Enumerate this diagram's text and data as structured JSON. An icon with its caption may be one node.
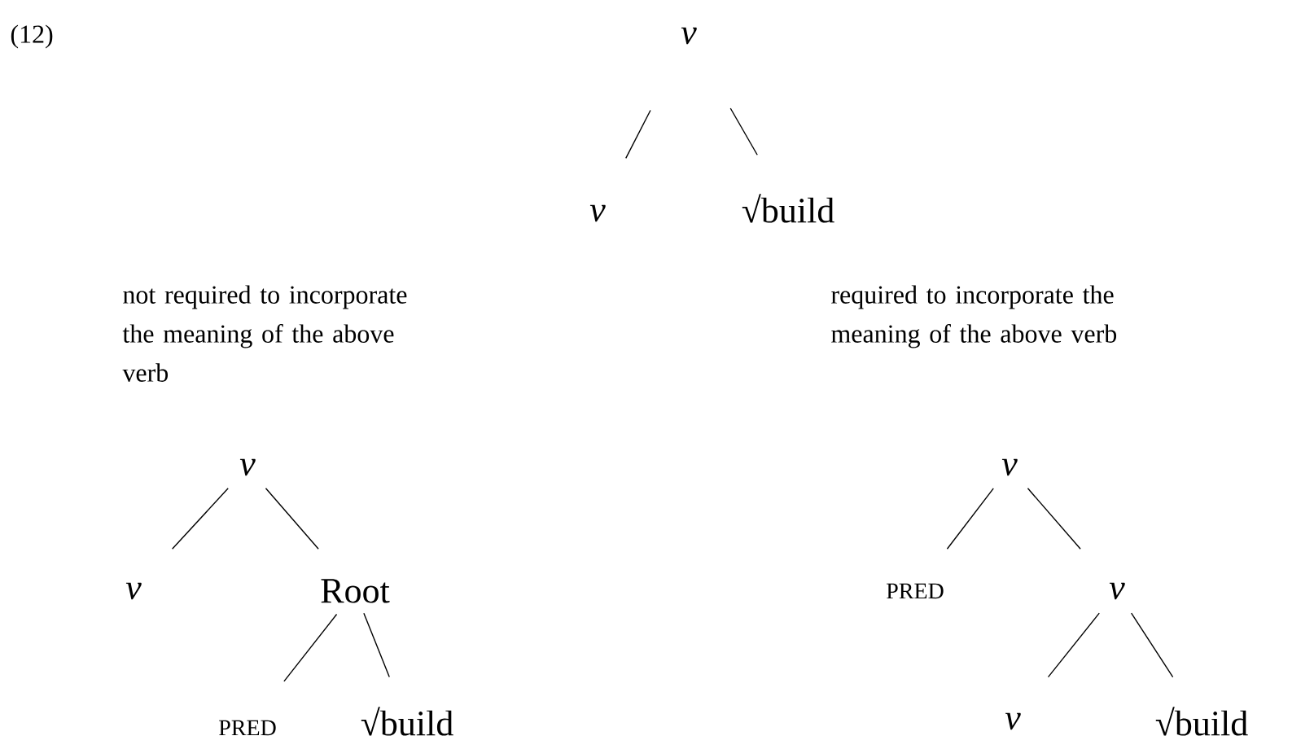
{
  "diagram": {
    "nodes": [
      {
        "text": [
          "v"
        ]
      },
      {
        "text": [
          "v"
        ]
      },
      {
        "text": [
          "√build"
        ]
      },
      {
        "text": [
          "v"
        ]
      },
      {
        "text": [
          "v"
        ]
      },
      {
        "text": [
          "Root"
        ]
      },
      {
        "text": [
          "PRED"
        ]
      },
      {
        "text": [
          "√build"
        ]
      },
      {
        "text": [
          "v"
        ]
      },
      {
        "text": [
          "PRED"
        ]
      },
      {
        "text": [
          "v"
        ]
      },
      {
        "text": [
          "v"
        ]
      },
      {
        "text": [
          "√build"
        ]
      }
    ],
    "edges": [
      {
        "from": 0,
        "to": 1,
        "arrow": "none"
      },
      {
        "from": 0,
        "to": 2,
        "arrow": "none"
      },
      {
        "from": 3,
        "to": 4,
        "arrow": "none"
      },
      {
        "from": 3,
        "to": 5,
        "arrow": "none"
      },
      {
        "from": 5,
        "to": 6,
        "arrow": "none"
      },
      {
        "from": 5,
        "to": 7,
        "arrow": "none"
      },
      {
        "from": 8,
        "to": 9,
        "arrow": "none"
      },
      {
        "from": 8,
        "to": 10,
        "arrow": "none"
      },
      {
        "from": 10,
        "to": 11,
        "arrow": "none"
      },
      {
        "from": 10,
        "to": 12,
        "arrow": "none"
      }
    ],
    "labels": [
      "(12)",
      "not required to incorporate the meaning of the above verb",
      "required to incorporate the meaning of the above verb"
    ]
  }
}
